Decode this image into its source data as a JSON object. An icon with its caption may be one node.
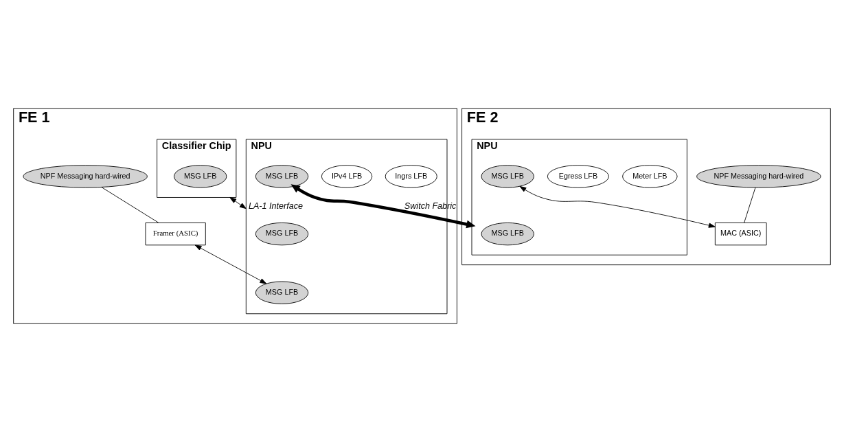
{
  "diagram": {
    "nodes": [
      {
        "text": [
          "FE 1"
        ]
      },
      {
        "text": [
          "Classifier Chip"
        ],
        "in": 0
      },
      {
        "text": [
          "MSG LFB"
        ],
        "in": 1
      },
      {
        "text": [
          "NPF Messaging hard-wired"
        ],
        "in": 0
      },
      {
        "text": [
          "NPU"
        ],
        "in": 0
      },
      {
        "text": [
          "MSG LFB"
        ],
        "in": 4
      },
      {
        "text": [
          "Framer (ASIC)"
        ],
        "in": 0
      },
      {
        "text": [
          "MSG LFB"
        ],
        "in": 4
      },
      {
        "text": [
          "Ingrs LFB"
        ],
        "in": 4
      },
      {
        "text": [
          "IPv4 LFB"
        ],
        "in": 4
      },
      {
        "text": [
          "MSG LFB"
        ],
        "in": 4
      },
      {
        "text": [
          "FE 2"
        ]
      },
      {
        "text": [
          "NPF Messaging hard-wired"
        ],
        "in": 11
      },
      {
        "text": [
          "NPU"
        ],
        "in": 11
      },
      {
        "text": [
          "MSG LFB"
        ],
        "in": 13
      },
      {
        "text": [
          "Meter LFB"
        ],
        "in": 13
      },
      {
        "text": [
          "Egress LFB"
        ],
        "in": 13
      },
      {
        "text": [
          "MSG LFB"
        ],
        "in": 13
      },
      {
        "text": [
          "MAC (ASIC)"
        ],
        "in": 11
      }
    ],
    "edges": [
      {
        "from": 1,
        "to": 4,
        "arrow": "both",
        "label": "LA-1 Interface"
      },
      {
        "from": 3,
        "to": 6,
        "arrow": "none"
      },
      {
        "from": 6,
        "to": 7,
        "arrow": "both"
      },
      {
        "from": 10,
        "to": 13,
        "arrow": "both",
        "label": "Switch Fabric",
        "style": "thick"
      },
      {
        "from": 17,
        "to": 18,
        "arrow": "both"
      },
      {
        "from": 12,
        "to": 18,
        "arrow": "none"
      }
    ]
  }
}
